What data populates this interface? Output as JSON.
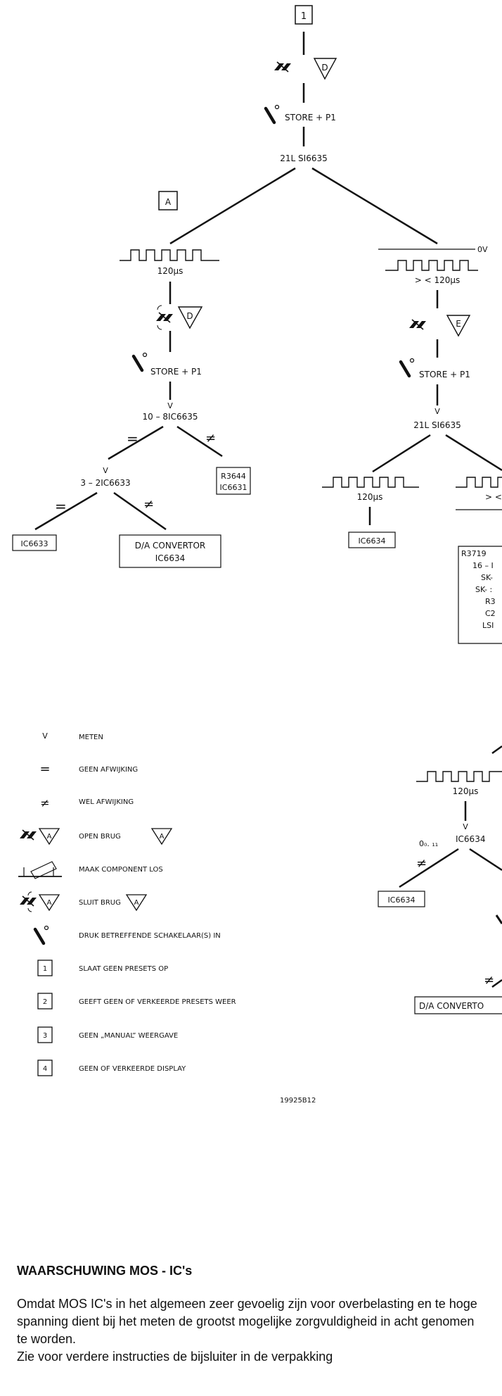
{
  "flowchart": {
    "start_box": "1",
    "top_d": "D",
    "top_action": "STORE + P1",
    "top_ic": "21L SI6635",
    "left": {
      "marker": "A",
      "pulse_label": "120μs",
      "close_d": "D",
      "action": "STORE + P1",
      "meter": "V",
      "ic": "10 – 8IC6635",
      "ne_box_line1": "R3644",
      "ne_box_line2": "IC6631",
      "sub_meter": "V",
      "sub_ic": "3 – 2IC6633",
      "leaf_eq": "IC6633",
      "leaf_ne_line1": "D/A CONVERTOR",
      "leaf_ne_line2": "IC6634"
    },
    "right": {
      "ov_label": "0V",
      "pulse_label": "> < 120μs",
      "open_e": "E",
      "action": "STORE + P1",
      "meter": "V",
      "ic": "21L SI6635",
      "pulse2_label": "120μs",
      "leaf_ic": "IC6634",
      "pulse3_label": "> <",
      "partial_box_lines": [
        "R3719",
        "16 – I",
        "SK-",
        "SK- :",
        "R3",
        "C2",
        "LSI"
      ]
    },
    "lower_right": {
      "pulse_label": "120μs",
      "meter": "V",
      "pins": "0₀. ₁₁",
      "ic": "IC6634",
      "leaf_ic": "IC6634",
      "leaf_convertor": "D/A CONVERTO"
    }
  },
  "legend": {
    "items": [
      {
        "symbol": "V",
        "icon": "meter-v",
        "text": "METEN"
      },
      {
        "symbol": "=",
        "icon": "equals",
        "text": "GEEN AFWIJKING"
      },
      {
        "symbol": "≠",
        "icon": "not-equals",
        "text": "WEL AFWIJKING"
      },
      {
        "symbol": "A",
        "icon": "open-bridge",
        "text": "OPEN BRUG",
        "tag": "A"
      },
      {
        "symbol": "",
        "icon": "component-remove",
        "text": "MAAK COMPONENT LOS"
      },
      {
        "symbol": "A",
        "icon": "close-bridge",
        "text": "SLUIT BRUG",
        "tag": "A"
      },
      {
        "symbol": "",
        "icon": "push-switch",
        "text": "DRUK BETREFFENDE SCHAKELAAR(S) IN"
      },
      {
        "symbol": "1",
        "icon": "box",
        "text": "SLAAT GEEN PRESETS OP"
      },
      {
        "symbol": "2",
        "icon": "box",
        "text": "GEEFT GEEN OF VERKEERDE PRESETS WEER"
      },
      {
        "symbol": "3",
        "icon": "box",
        "text": "GEEN „MANUAL” WEERGAVE"
      },
      {
        "symbol": "4",
        "icon": "box",
        "text": "GEEN OF VERKEERDE DISPLAY"
      }
    ],
    "ref": "19925B12"
  },
  "warning": {
    "title": "WAARSCHUWING MOS - IC's",
    "body": "Omdat MOS IC's in het algemeen zeer gevoelig zijn voor overbelasting en te hoge spanning dient bij het meten de grootst mogelijke zorgvuldigheid in acht genomen te worden.",
    "body2": "Zie voor verdere instructies de bijsluiter in de verpakking"
  }
}
